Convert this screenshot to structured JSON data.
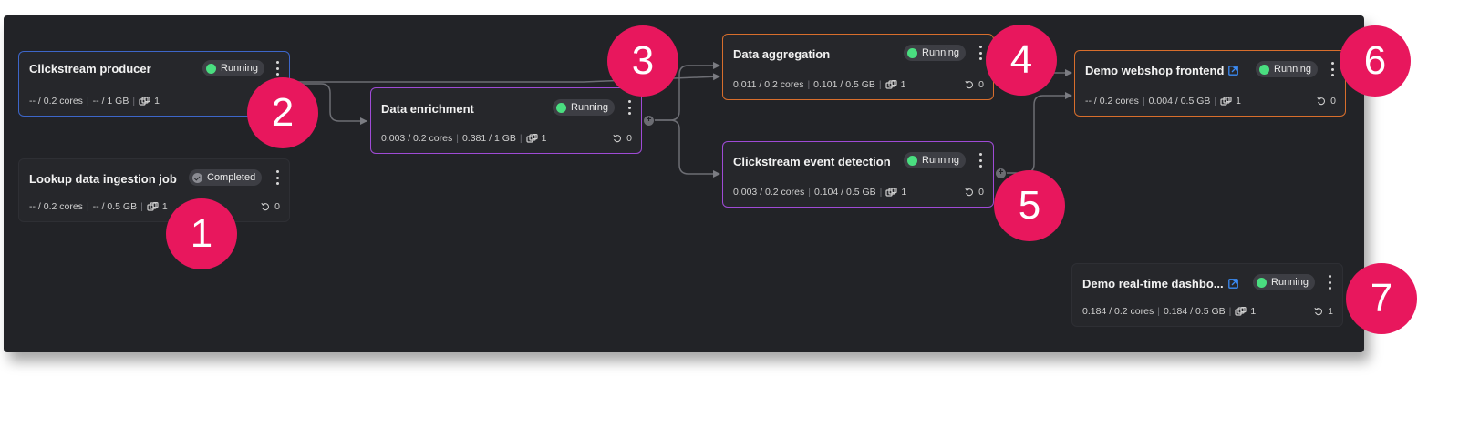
{
  "colors": {
    "background": "#222327",
    "card": "#26272b",
    "running": "#4ade80",
    "completed": "#8a8b92",
    "border_blue": "#3d66c9",
    "border_purple": "#9f4bd6",
    "border_orange": "#d86e2c",
    "marker": "#e8175d"
  },
  "nodes": {
    "clickstream_producer": {
      "title": "Clickstream producer",
      "status": "Running",
      "cpu": "-- / 0.2 cores",
      "mem": "-- / 1 GB",
      "replicas": "1"
    },
    "lookup_ingestion": {
      "title": "Lookup data ingestion job",
      "status": "Completed",
      "cpu": "-- / 0.2 cores",
      "mem": "-- / 0.5 GB",
      "replicas": "1",
      "restarts": "0"
    },
    "data_enrichment": {
      "title": "Data enrichment",
      "status": "Running",
      "cpu": "0.003 / 0.2 cores",
      "mem": "0.381 / 1 GB",
      "replicas": "1",
      "restarts": "0"
    },
    "data_aggregation": {
      "title": "Data aggregation",
      "status": "Running",
      "cpu": "0.011 / 0.2 cores",
      "mem": "0.101 / 0.5 GB",
      "replicas": "1",
      "restarts": "0"
    },
    "event_detection": {
      "title": "Clickstream event detection",
      "status": "Running",
      "cpu": "0.003 / 0.2 cores",
      "mem": "0.104 / 0.5 GB",
      "replicas": "1",
      "restarts": "0"
    },
    "webshop_frontend": {
      "title": "Demo webshop frontend",
      "status": "Running",
      "cpu": "-- / 0.2 cores",
      "mem": "0.004 / 0.5 GB",
      "replicas": "1",
      "restarts": "0",
      "icon": "external-link-icon"
    },
    "realtime_dashboard": {
      "title": "Demo real-time dashbo...",
      "status": "Running",
      "cpu": "0.184 / 0.2 cores",
      "mem": "0.184 / 0.5 GB",
      "replicas": "1",
      "restarts": "1",
      "icon": "external-link-icon"
    }
  },
  "markers": [
    "1",
    "2",
    "3",
    "4",
    "5",
    "6",
    "7"
  ]
}
